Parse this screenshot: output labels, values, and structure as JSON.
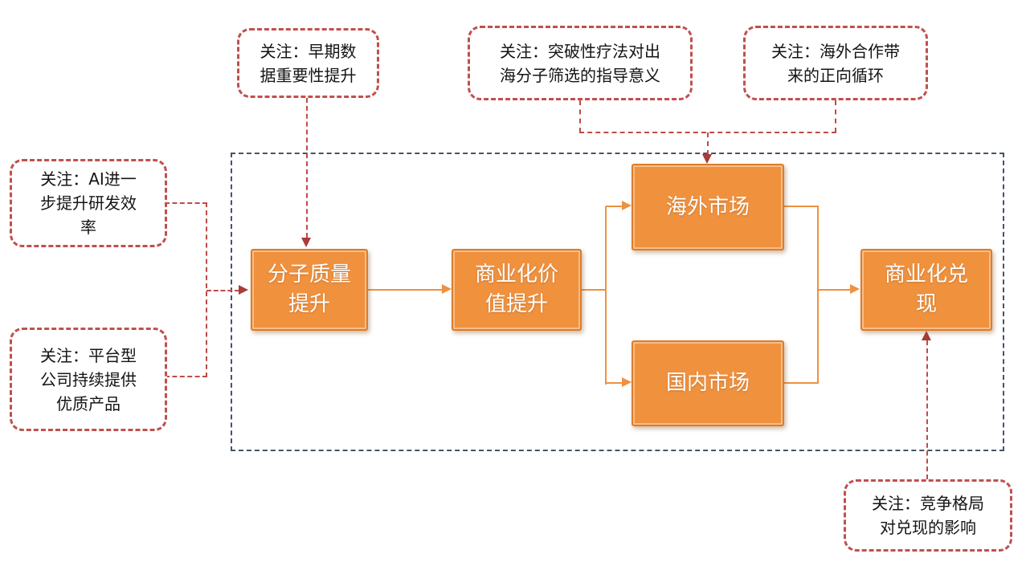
{
  "colors": {
    "box-fill": "#F0913E",
    "box-border": "#DD7C28",
    "flow-line": "#EF9140",
    "callout-border": "#C0504D",
    "callout-line": "#BE4B48",
    "callout-arrow": "#A93C38",
    "frame-border": "#44546A"
  },
  "flow": {
    "boxes": [
      {
        "name": "molecule-quality",
        "label": "分子质量\n提升"
      },
      {
        "name": "commercial-value",
        "label": "商业化价\n值提升"
      },
      {
        "name": "overseas-market",
        "label": "海外市场"
      },
      {
        "name": "domestic-market",
        "label": "国内市场"
      },
      {
        "name": "commercial-realization",
        "label": "商业化兑\n现"
      }
    ]
  },
  "callouts": [
    {
      "name": "early-data",
      "label": "关注：早期数\n据重要性提升"
    },
    {
      "name": "breakthrough-therapy",
      "label": "关注：突破性疗法对出\n海分子筛选的指导意义"
    },
    {
      "name": "overseas-cooperation",
      "label": "关注：海外合作带\n来的正向循环"
    },
    {
      "name": "ai-efficiency",
      "label": "关注：AI进一\n步提升研发效\n率"
    },
    {
      "name": "platform-company",
      "label": "关注：平台型\n公司持续提供\n优质产品"
    },
    {
      "name": "competition-impact",
      "label": "关注：竞争格局\n对兑现的影响"
    }
  ]
}
